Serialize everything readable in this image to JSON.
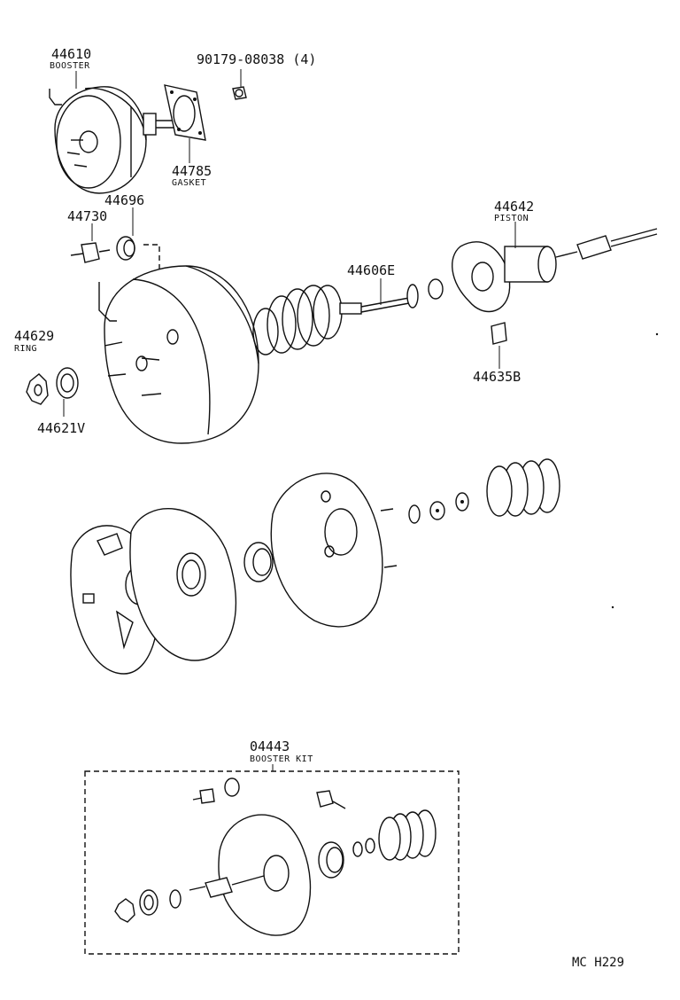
{
  "labels": {
    "p44610": "44610",
    "booster": "BOOSTER",
    "p90179": "90179-08038 (4)",
    "p44785": "44785",
    "gasket": "GASKET",
    "p44696": "44696",
    "p44730": "44730",
    "p44642": "44642",
    "piston": "PISTON",
    "p44606e": "44606E",
    "p44629": "44629",
    "ring": "RING",
    "p44621v": "44621V",
    "p44635b": "44635B",
    "p04443": "04443",
    "booster_kit": "BOOSTER KIT"
  },
  "footer": {
    "ref": "MC H229"
  }
}
